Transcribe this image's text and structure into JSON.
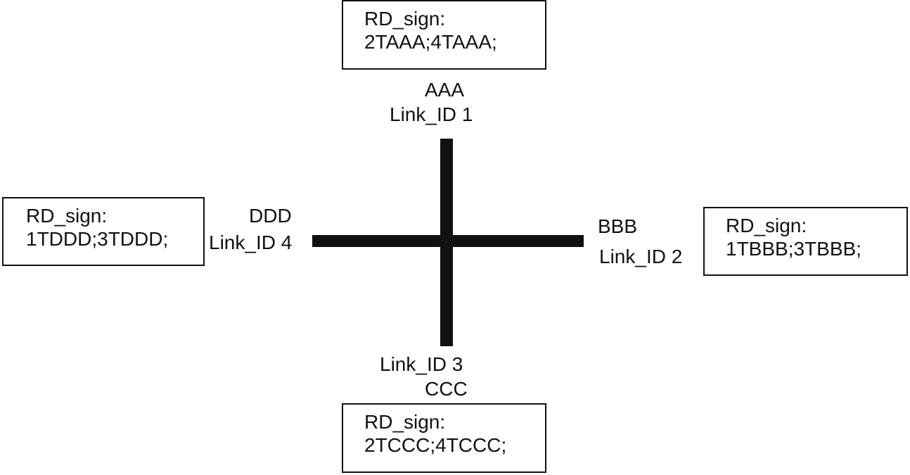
{
  "links": {
    "north": {
      "name": "AAA",
      "id": "Link_ID 1",
      "sign_label": "RD_sign:",
      "sign": "2TAAA;4TAAA;"
    },
    "east": {
      "name": "BBB",
      "id": "Link_ID 2",
      "sign_label": "RD_sign:",
      "sign": "1TBBB;3TBBB;"
    },
    "south": {
      "name": "CCC",
      "id": "Link_ID 3",
      "sign_label": "RD_sign:",
      "sign": "2TCCC;4TCCC;"
    },
    "west": {
      "name": "DDD",
      "id": "Link_ID 4",
      "sign_label": "RD_sign:",
      "sign": "1TDDD;3TDDD;"
    }
  }
}
